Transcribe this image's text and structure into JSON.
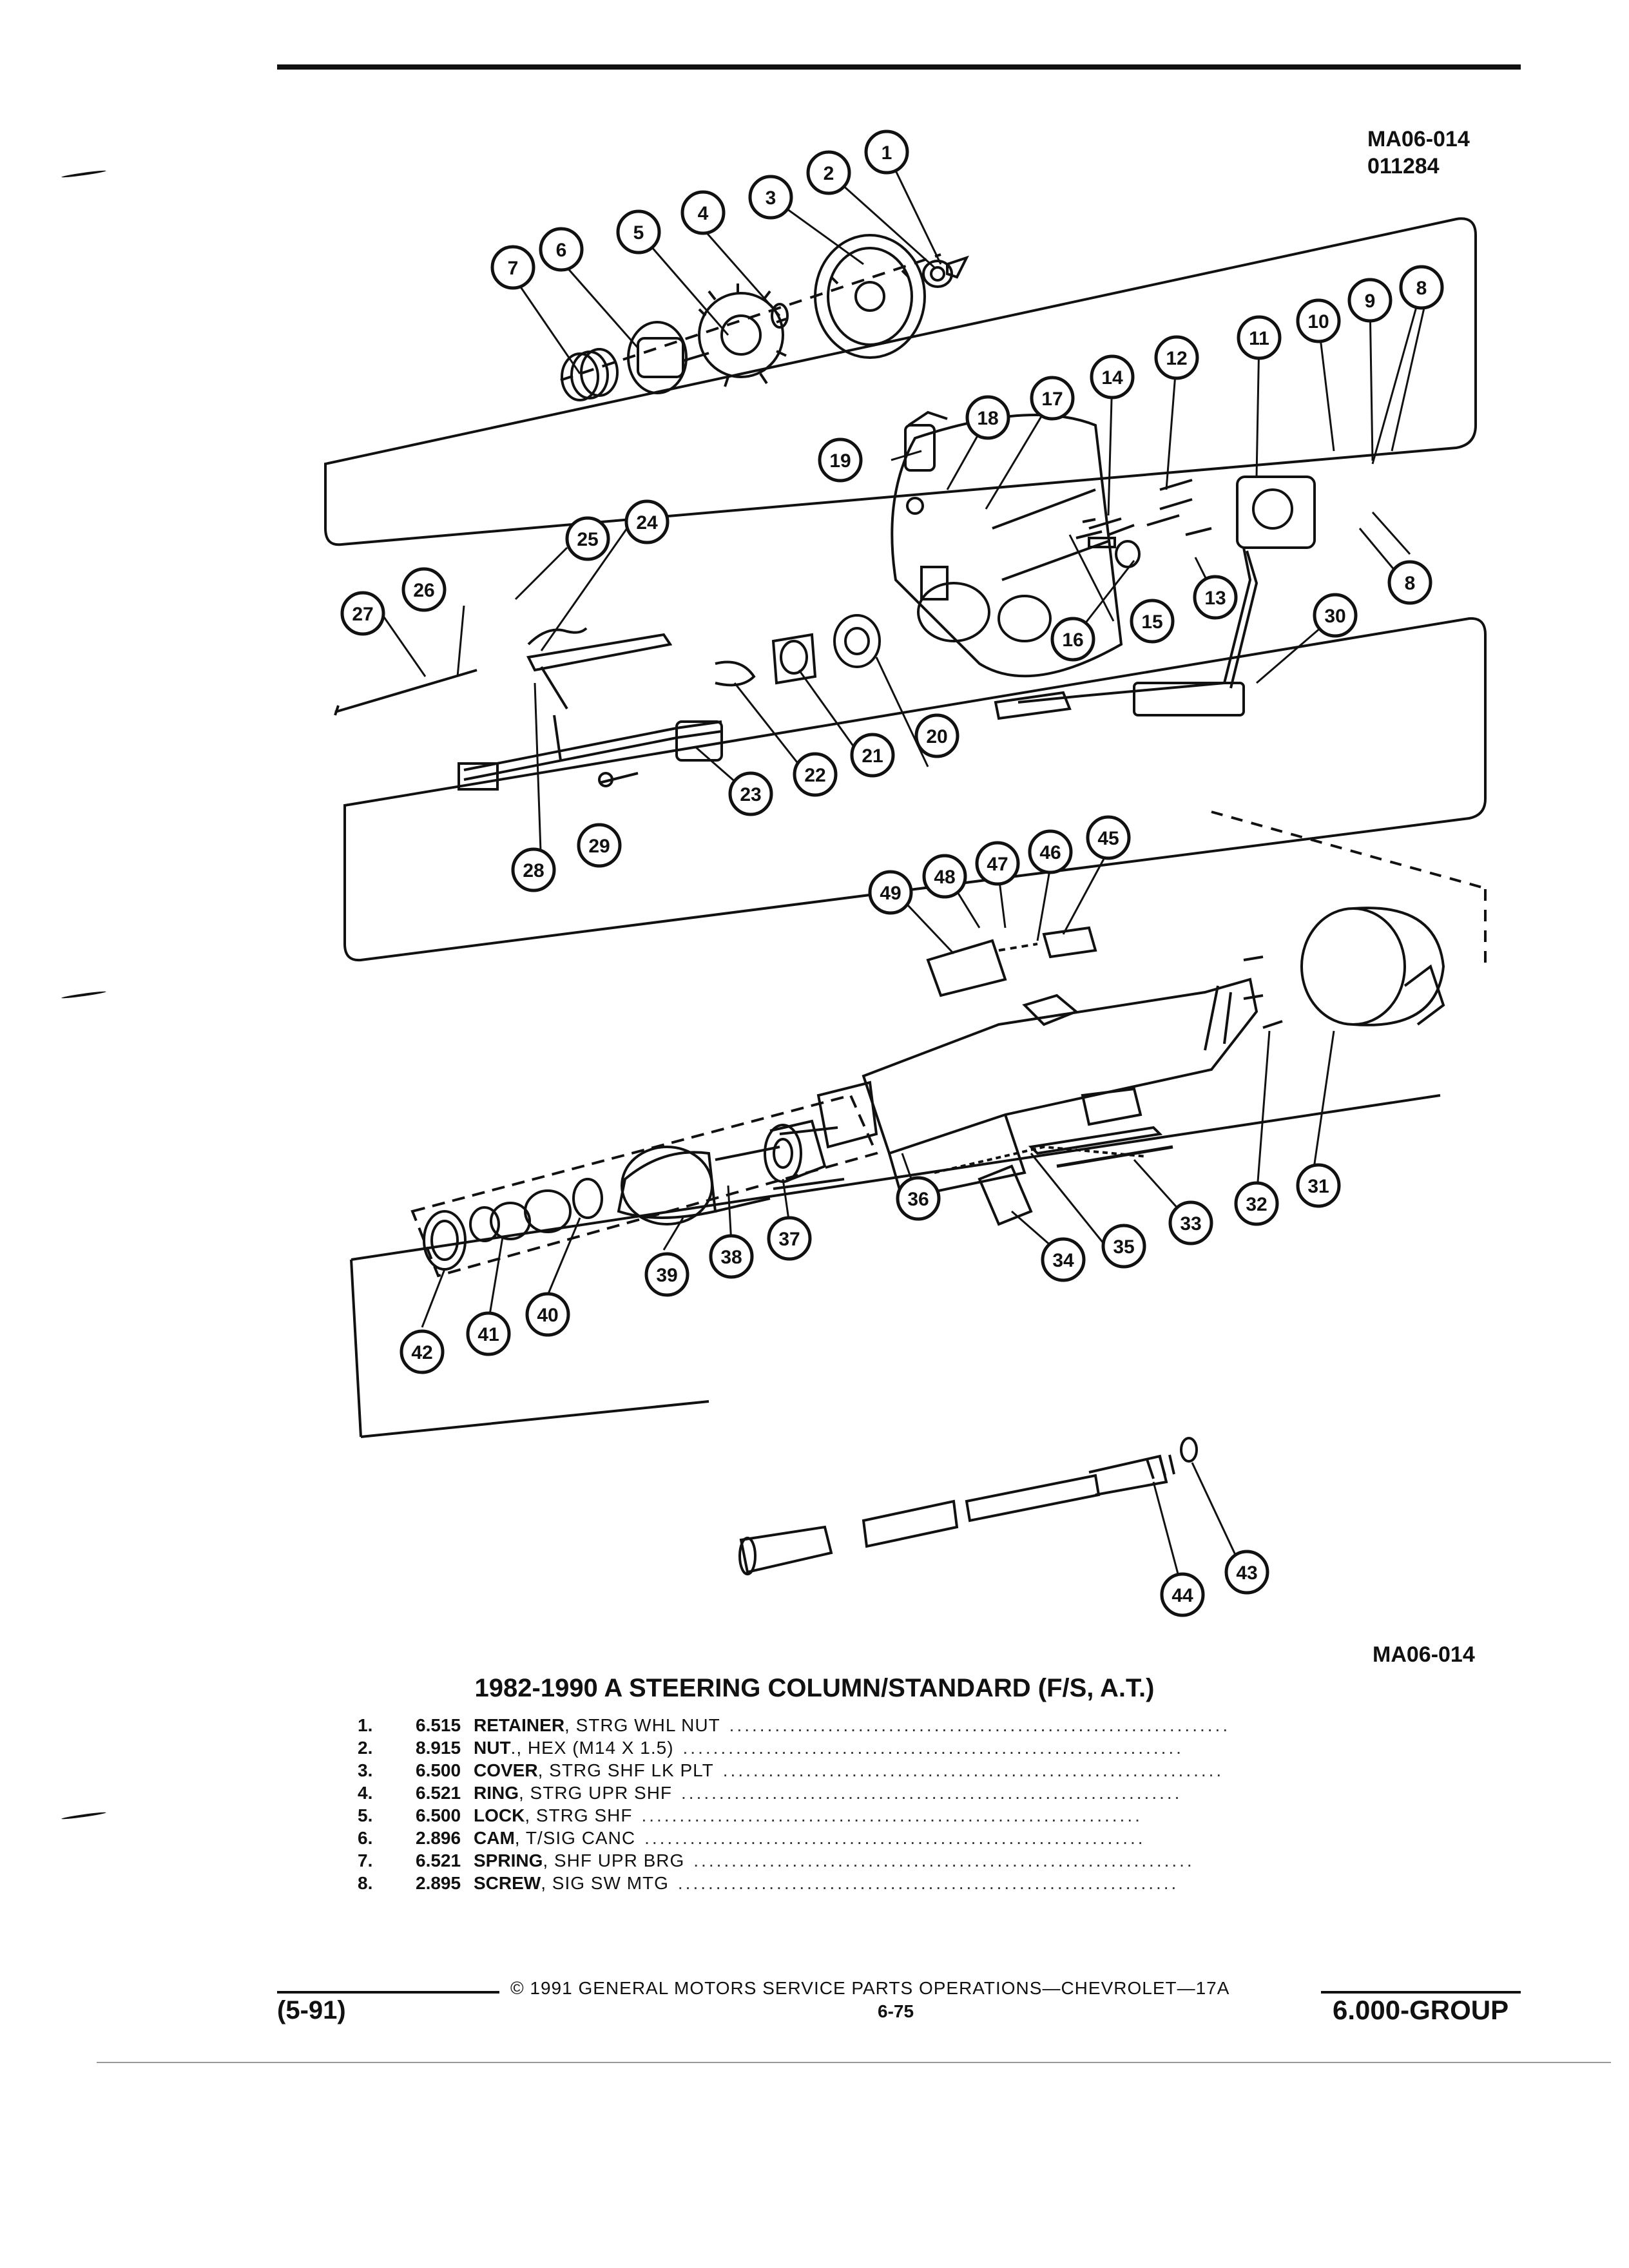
{
  "figure": {
    "ref_top": "MA06-014",
    "date_code": "011284",
    "ref_bottom": "MA06-014",
    "callouts": [
      "1",
      "2",
      "3",
      "4",
      "5",
      "6",
      "7",
      "8",
      "9",
      "10",
      "11",
      "12",
      "13",
      "14",
      "15",
      "16",
      "17",
      "18",
      "19",
      "20",
      "21",
      "22",
      "23",
      "24",
      "25",
      "26",
      "27",
      "28",
      "29",
      "30",
      "31",
      "32",
      "33",
      "34",
      "35",
      "36",
      "37",
      "38",
      "39",
      "40",
      "41",
      "42",
      "43",
      "44",
      "45",
      "46",
      "47",
      "48",
      "49"
    ]
  },
  "title": "1982-1990 A STEERING COLUMN/STANDARD (F/S, A.T.)",
  "parts": [
    {
      "num": "1.",
      "code": "6.515",
      "name": "RETAINER",
      "desc": ", STRG WHL NUT"
    },
    {
      "num": "2.",
      "code": "8.915",
      "name": "NUT",
      "desc": "., HEX (M14 X 1.5)"
    },
    {
      "num": "3.",
      "code": "6.500",
      "name": "COVER",
      "desc": ", STRG SHF LK PLT"
    },
    {
      "num": "4.",
      "code": "6.521",
      "name": "RING",
      "desc": ", STRG UPR SHF"
    },
    {
      "num": "5.",
      "code": "6.500",
      "name": "LOCK",
      "desc": ", STRG SHF"
    },
    {
      "num": "6.",
      "code": "2.896",
      "name": "CAM",
      "desc": ", T/SIG CANC"
    },
    {
      "num": "7.",
      "code": "6.521",
      "name": "SPRING",
      "desc": ", SHF UPR BRG"
    },
    {
      "num": "8.",
      "code": "2.895",
      "name": "SCREW",
      "desc": ", SIG SW MTG"
    }
  ],
  "footer": {
    "copyright": "© 1991 GENERAL MOTORS SERVICE PARTS OPERATIONS—CHEVROLET—17A",
    "date": "(5-91)",
    "page": "6-75",
    "group": "6.000-GROUP"
  }
}
